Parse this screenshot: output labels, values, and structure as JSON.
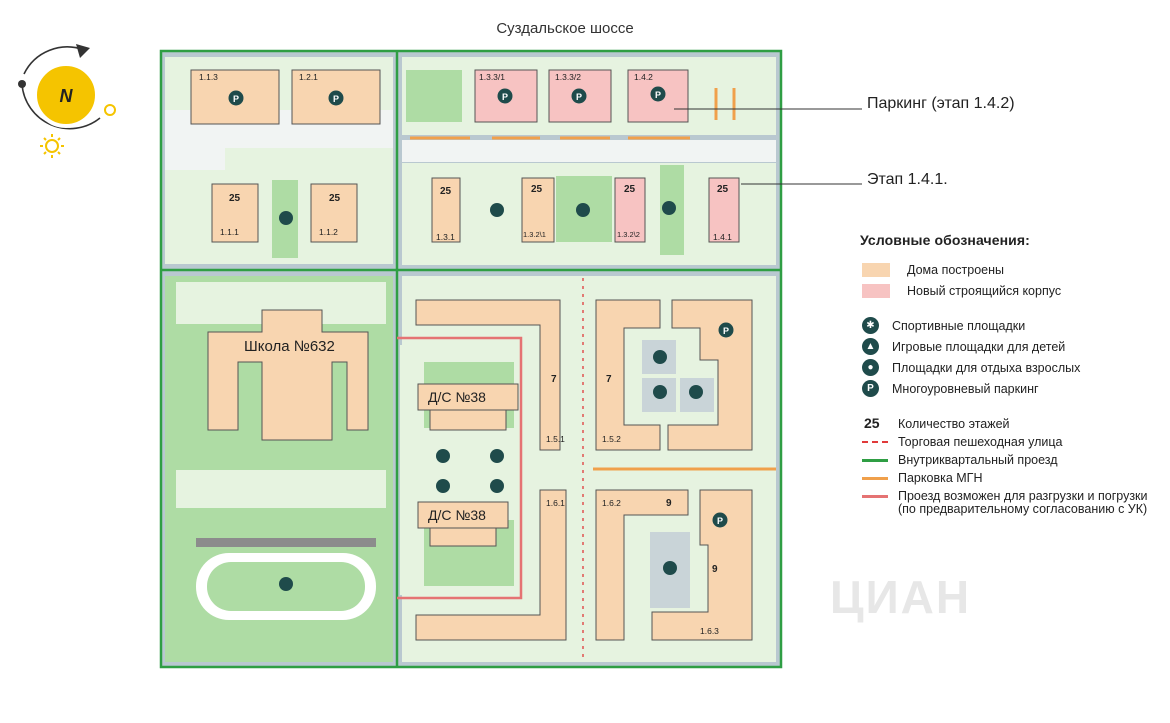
{
  "road_name": "Суздальское шоссе",
  "compass": {
    "letter": "N",
    "color": "#f5c400"
  },
  "callouts": {
    "parking": "Паркинг (этап 1.4.2)",
    "stage": "Этап 1.4.1."
  },
  "colors": {
    "built": "#f8d5b0",
    "new": "#f7c3c2",
    "green": "#aedca4",
    "pale": "#e6f3e0",
    "road": "#b9c8d0",
    "pedestrian": "#e03a3a",
    "driveway": "#2f9e44",
    "mgn": "#f0a04b",
    "loading": "#e57373",
    "icon": "#1f4b4b"
  },
  "buildings": {
    "b113": "1.1.3",
    "b121": "1.2.1",
    "b1331": "1.3.3/1",
    "b1332": "1.3.3/2",
    "b142": "1.4.2",
    "b111": "1.1.1",
    "b112": "1.1.2",
    "b131": "1.3.1",
    "b1321": "1.3.2\\1",
    "b1322": "1.3.2\\2",
    "b141": "1.4.1",
    "b151": "1.5.1",
    "b152": "1.5.2",
    "b161": "1.6.1",
    "b162": "1.6.2",
    "b163": "1.6.3"
  },
  "floors": {
    "f25": "25",
    "f7": "7",
    "f9": "9"
  },
  "school": "Школа №632",
  "kindergarten": "Д/С №38",
  "legend": {
    "title": "Условные обозначения:",
    "built": "Дома построены",
    "new": "Новый строящийся корпус",
    "sport": "Спортивные площадки",
    "kids": "Игровые площадки для детей",
    "adults": "Площадки для отдыха взрослых",
    "parking": "Многоуровневый паркинг",
    "floors_num": "25",
    "floors": "Количество этажей",
    "ped_street": "Торговая пешеходная улица",
    "driveway": "Внутриквартальный проезд",
    "mgn": "Парковка МГН",
    "loading": "Проезд возможен для разгрузки и погрузки",
    "loading_note": "(по предварительному согласованию с УК)"
  },
  "watermark": "ЦИАН"
}
